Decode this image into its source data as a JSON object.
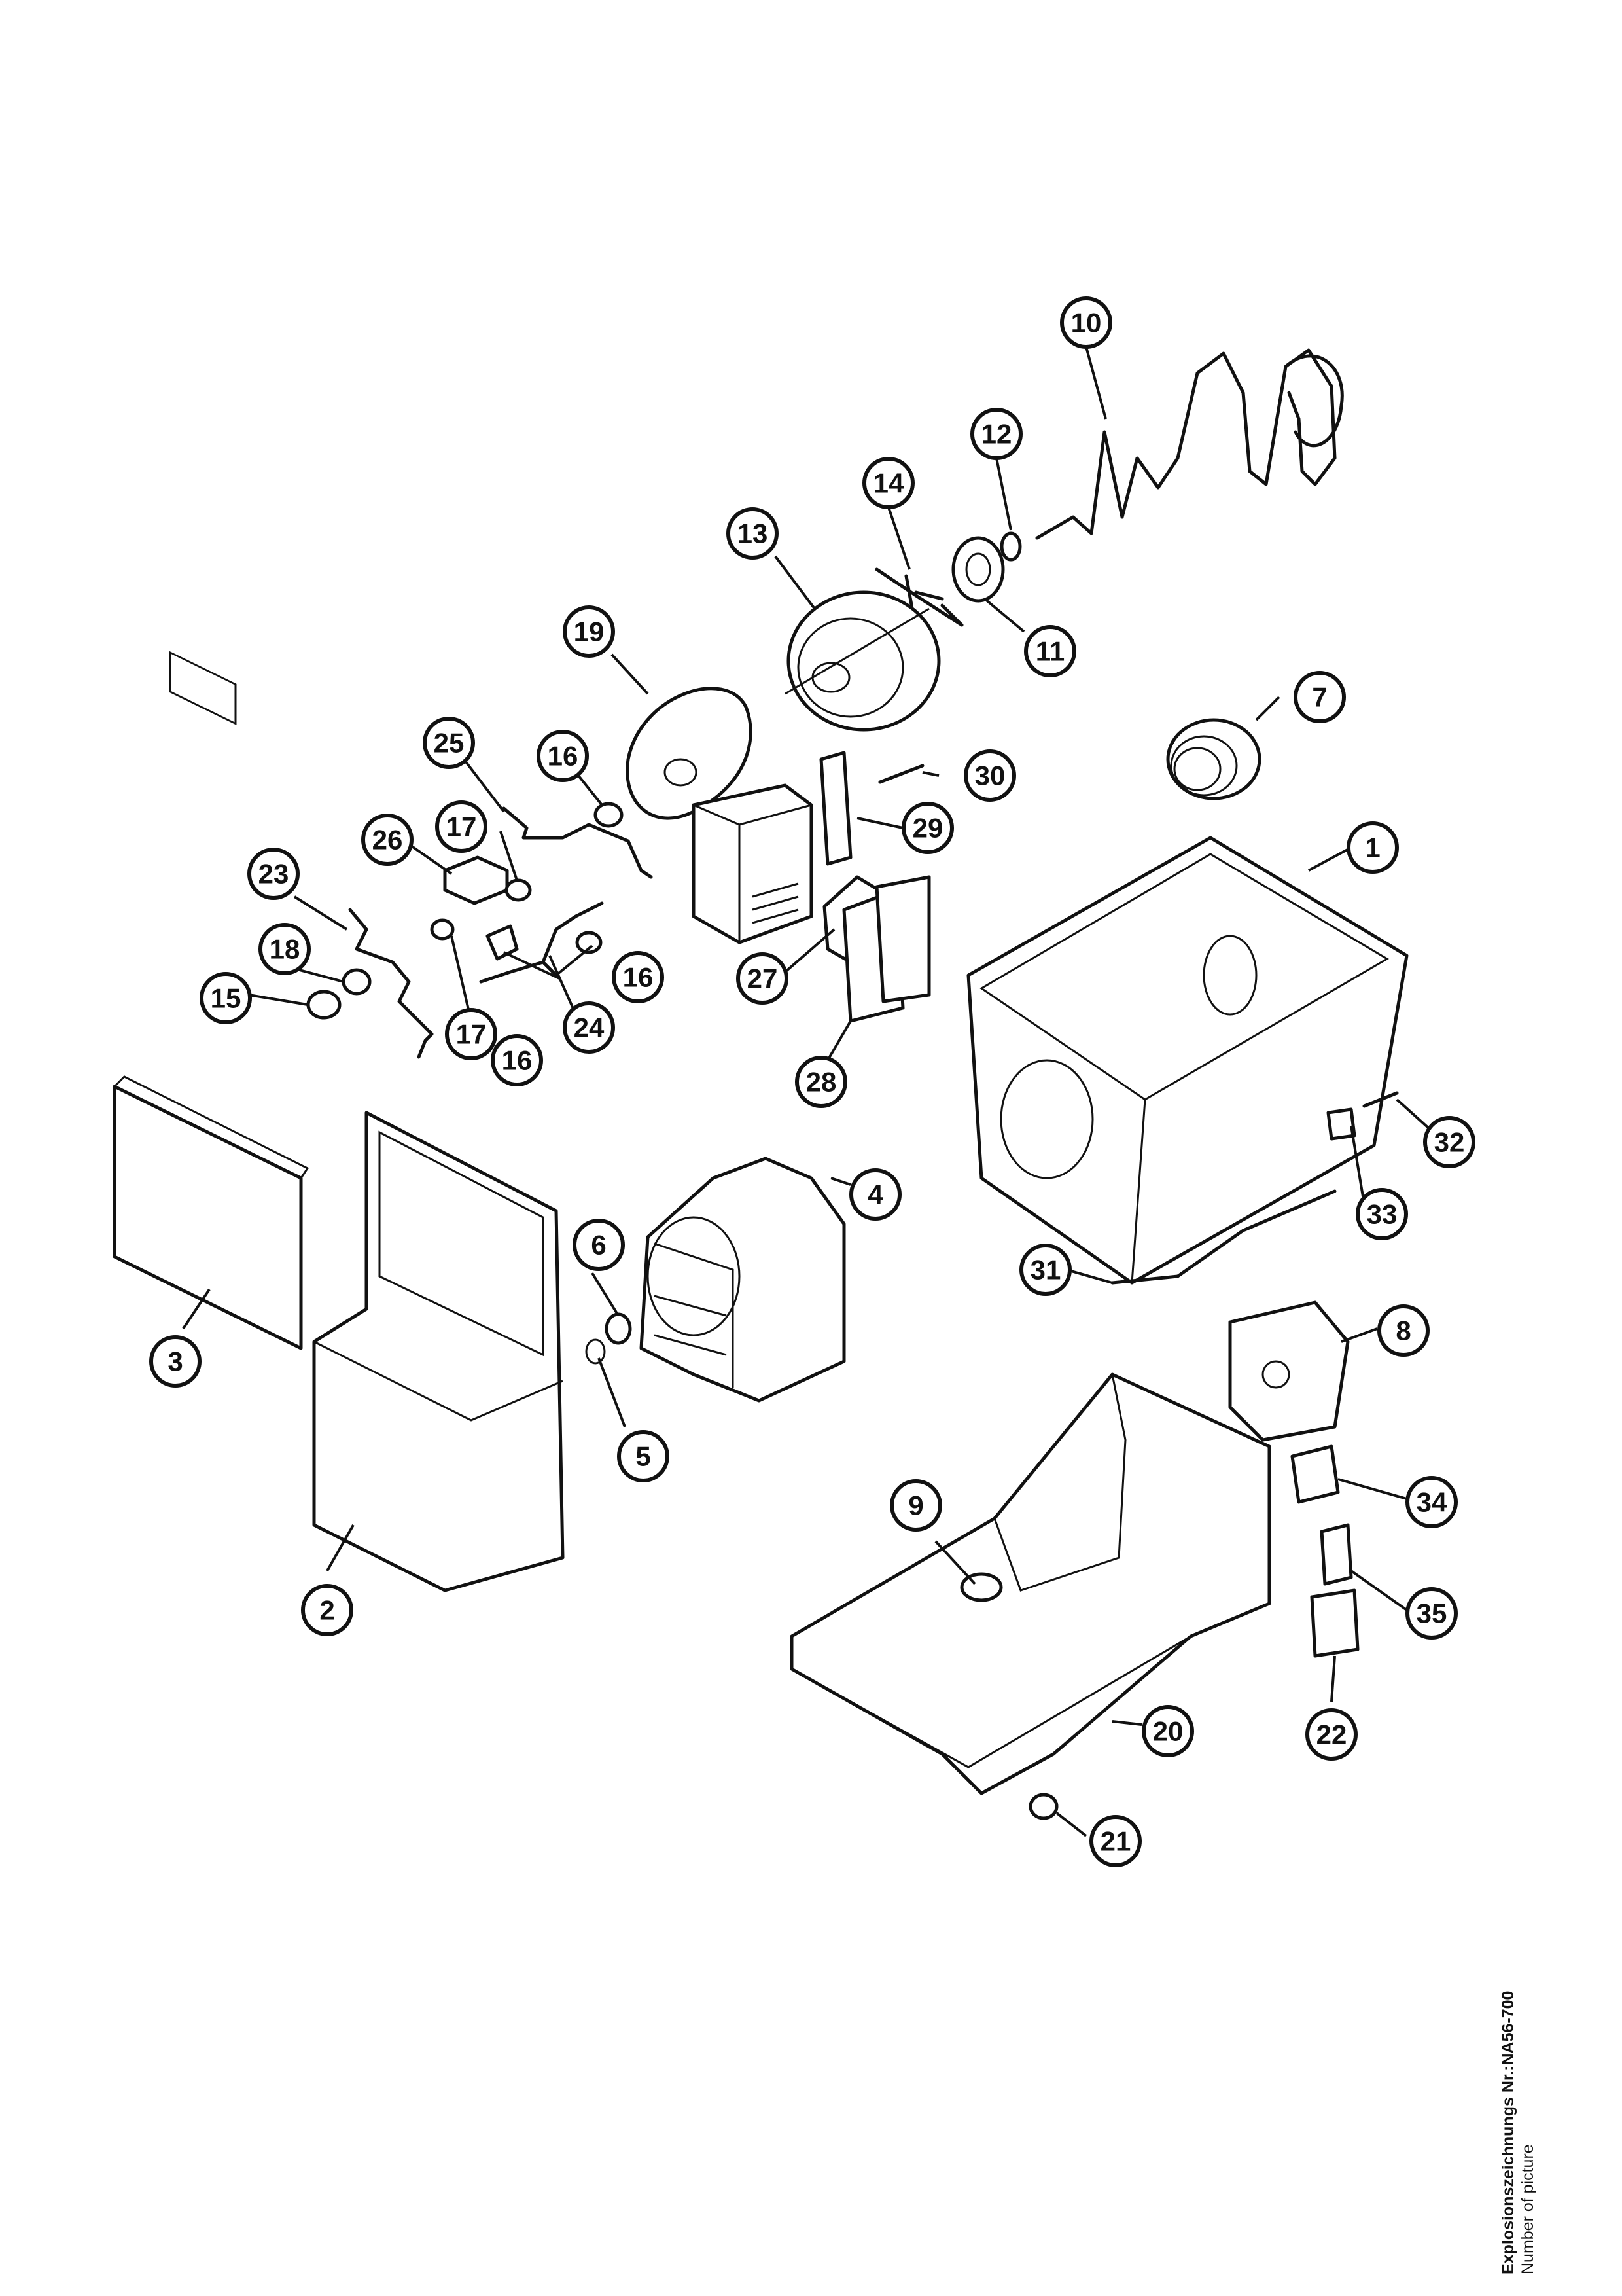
{
  "caption": {
    "title": "Explosionszeichnungs Nr.:NA56-700",
    "subtitle": "Number of picture"
  },
  "callouts": [
    "1",
    "2",
    "3",
    "4",
    "5",
    "6",
    "7",
    "8",
    "9",
    "10",
    "11",
    "12",
    "13",
    "14",
    "15",
    "16",
    "16",
    "16",
    "17",
    "17",
    "18",
    "19",
    "20",
    "21",
    "22",
    "23",
    "24",
    "25",
    "26",
    "27",
    "28",
    "29",
    "30",
    "31",
    "32",
    "33",
    "34",
    "35"
  ]
}
